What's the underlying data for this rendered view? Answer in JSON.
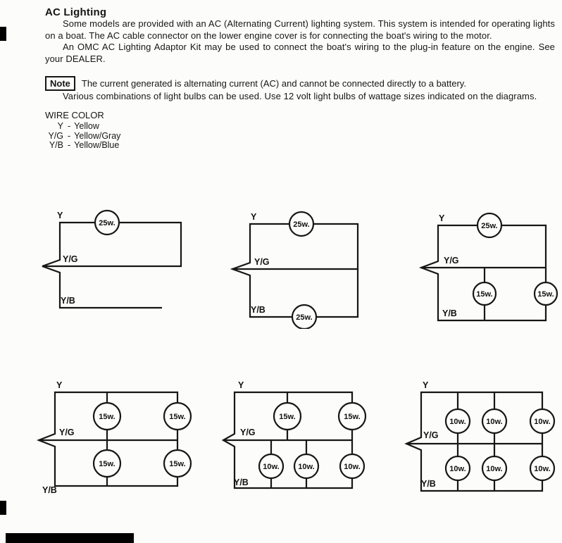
{
  "page": {
    "title": "AC Lighting",
    "paragraphs": {
      "p1": "Some models are provided with an AC (Alternating Current) lighting system. This system is intended for operating lights on a boat. The AC cable connector on the lower engine cover is for connecting the boat's wiring to the motor.",
      "p2": "An OMC AC Lighting Adaptor Kit may be used to connect the boat's wiring to the plug-in feature on the engine. See your DEALER.",
      "p3": "Various combinations of light bulbs can be used. Use 12 volt light bulbs of wattage sizes indicated on the diagrams."
    },
    "note": {
      "label": "Note",
      "text": "The current generated is alternating current (AC) and cannot be connected directly to a battery."
    },
    "wire_color": {
      "heading": "WIRE COLOR",
      "entries": [
        {
          "code": "Y",
          "dash": "-",
          "name": "Yellow"
        },
        {
          "code": "Y/G",
          "dash": "-",
          "name": "Yellow/Gray"
        },
        {
          "code": "Y/B",
          "dash": "-",
          "name": "Yellow/Blue"
        }
      ]
    }
  },
  "diagrams": [
    {
      "wire_top": "Y",
      "wire_mid": "Y/G",
      "wire_bottom": "Y/B",
      "bulbs_top": [
        "25w."
      ],
      "bulbs_bottom": []
    },
    {
      "wire_top": "Y",
      "wire_mid": "Y/G",
      "wire_bottom": "Y/B",
      "bulbs_top": [
        "25w."
      ],
      "bulbs_bottom": [
        "25w."
      ]
    },
    {
      "wire_top": "Y",
      "wire_mid": "Y/G",
      "wire_bottom": "Y/B",
      "bulbs_top": [
        "25w."
      ],
      "bulbs_bottom": [
        "15w.",
        "15w."
      ]
    },
    {
      "wire_top": "Y",
      "wire_mid": "Y/G",
      "wire_bottom": "Y/B",
      "bulbs_top": [
        "15w.",
        "15w."
      ],
      "bulbs_bottom": [
        "15w.",
        "15w."
      ]
    },
    {
      "wire_top": "Y",
      "wire_mid": "Y/G",
      "wire_bottom": "Y/B",
      "bulbs_top": [
        "15w.",
        "15w."
      ],
      "bulbs_bottom": [
        "10w.",
        "10w.",
        "10w."
      ]
    },
    {
      "wire_top": "Y",
      "wire_mid": "Y/G",
      "wire_bottom": "Y/B",
      "bulbs_top": [
        "10w.",
        "10w.",
        "10w."
      ],
      "bulbs_bottom": [
        "10w.",
        "10w.",
        "10w."
      ]
    }
  ],
  "colors": {
    "ink": "#161616",
    "paper": "#fcfcfa"
  }
}
